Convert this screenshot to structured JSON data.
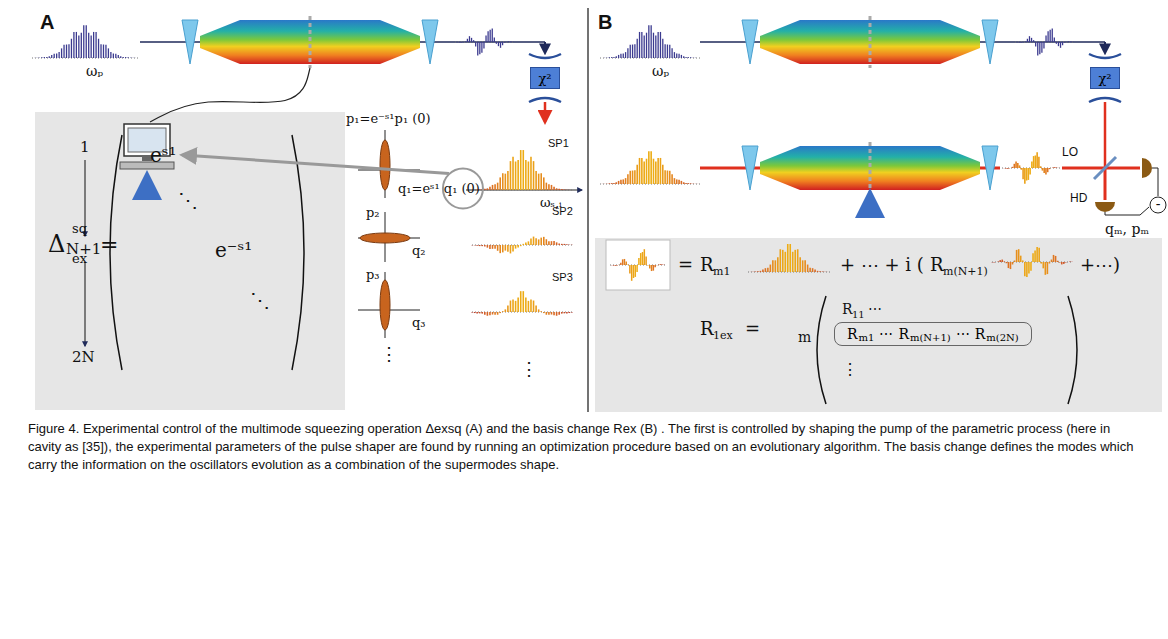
{
  "diagram": {
    "caption": "Figure 4. Experimental control of the multimode squeezing operation Δexsq (A) and the basis change Rex (B) . The first is controlled by shaping the pump of the parametric process (here in cavity as [35]), the experimental parameters of the pulse shaper are found by running an optimization procedure based on an evolutionary algorithm. The basis change defines the modes which carry the information on the oscillators evolution as a combination of the supermodes shape.",
    "nodes": [
      {
        "text": [
          "χ²"
        ]
      },
      {
        "text": [
          "χ²"
        ]
      },
      {
        "text": [
          "R",
          "m1",
          "⋯",
          "R",
          "m(N+1)",
          "⋯",
          "R",
          "m(2N)"
        ]
      }
    ],
    "labels": [
      "A",
      "ωₚ",
      "B",
      "ωₚ",
      "Δ",
      "sq",
      "ex",
      "=",
      "1",
      "N+1",
      "2N",
      "eˢ¹",
      "⋱",
      "e⁻ˢ¹",
      "⋱",
      "p₁=e⁻ˢ¹p₁ (0)",
      "q₁=eˢ¹ q₁ (0)",
      "p₂",
      "q₂",
      "p₃",
      "q₃",
      "⋮",
      "SP1",
      "ωₛ,ᵢ",
      "SP2",
      "SP3",
      "⋮",
      "LO",
      "HD",
      "-",
      "qₘ, pₘ",
      "=",
      "R",
      "m1",
      "+ ⋯ + i (",
      "R",
      "m(N+1)",
      "+⋯)",
      "R",
      "1ex",
      "=",
      "m",
      "R",
      "11",
      "⋯",
      "⋮"
    ]
  }
}
